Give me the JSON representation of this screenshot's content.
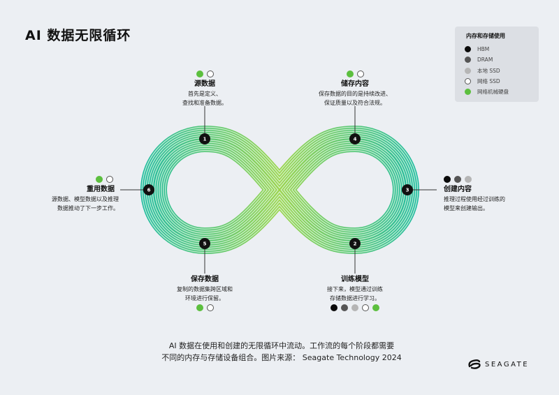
{
  "title": "AI 数据无限循环",
  "legend": {
    "title": "内存和存储使用",
    "items": [
      {
        "label": "HBM",
        "color": "#0a0a0a"
      },
      {
        "label": "DRAM",
        "color": "#555555"
      },
      {
        "label": "本地 SSD",
        "color": "#b5b5b5"
      },
      {
        "label": "网络 SSD",
        "color": "#ffffff"
      },
      {
        "label": "网络机械硬盘",
        "color": "#5cbf3e"
      }
    ]
  },
  "stages": [
    {
      "num": "1",
      "title": "源数据",
      "desc1": "首先是定义、",
      "desc2": "查找和准备数据。"
    },
    {
      "num": "2",
      "title": "训练模型",
      "desc1": "接下来，模型通过训练",
      "desc2": "存储数据进行学习。"
    },
    {
      "num": "3",
      "title": "创建内容",
      "desc1": "推理过程使用经过训练的",
      "desc2": "模型来创建输出。"
    },
    {
      "num": "4",
      "title": "储存内容",
      "desc1": "保存数据的目的是持续改进、",
      "desc2": "保证质量以及符合法规。"
    },
    {
      "num": "5",
      "title": "保存数据",
      "desc1": "复制的数据集跨区域和",
      "desc2": "环境进行保留。"
    },
    {
      "num": "6",
      "title": "重用数据",
      "desc1": "源数据、模型数据以及推理",
      "desc2": "数据推动了下一步工作。"
    }
  ],
  "caption": {
    "line1": "AI 数据在使用和创建的无限循环中流动。工作流的每个阶段都需要",
    "line2": "不同的内存与存储设备组合。图片来源： Seagate Technology 2024"
  },
  "logo": "SEAGATE"
}
